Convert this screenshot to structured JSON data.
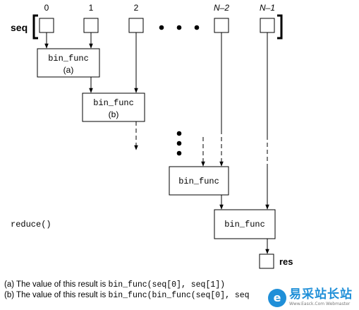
{
  "diagram": {
    "seq_label": "seq",
    "indices": [
      "0",
      "1",
      "2",
      "N–2",
      "N–1"
    ],
    "ellipsis_dots": "• • •",
    "func_label": "bin_func",
    "box_a_tag": "(a)",
    "box_b_tag": "(b)",
    "result_label": "res",
    "reduce_label": "reduce()"
  },
  "captions": {
    "a_prefix": "(a) The value of this result is ",
    "a_code": "bin_func(seq[0], seq[1])",
    "b_prefix": "(b) The value of this result is ",
    "b_code": "bin_func(bin_func(seq[0], seq"
  },
  "watermark": {
    "logo_glyph": "e",
    "title": "易采站长站",
    "subtitle": "Www.Easck.Com Webmaster"
  }
}
